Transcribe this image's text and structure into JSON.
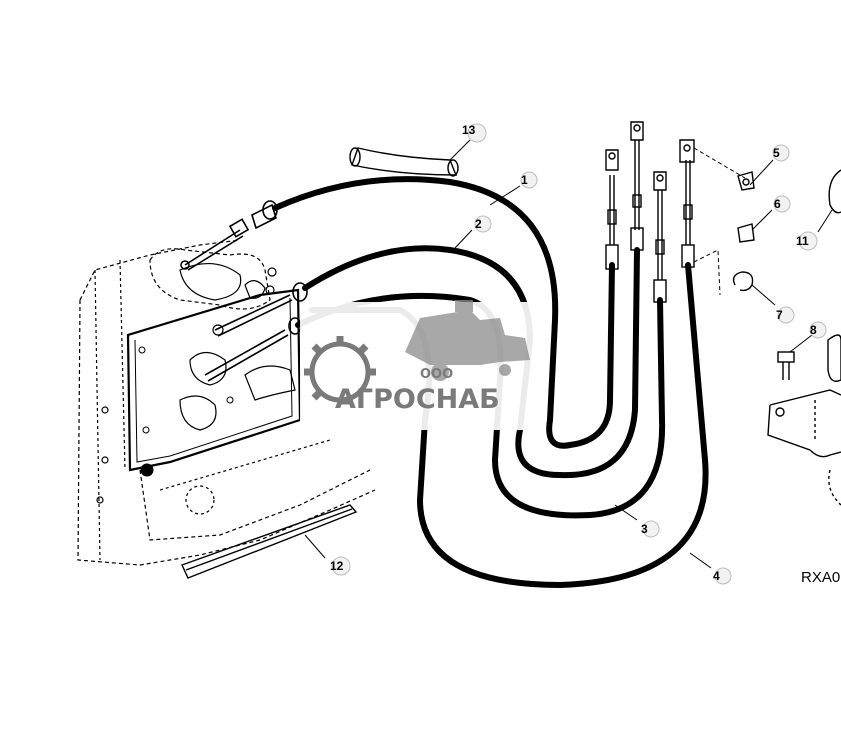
{
  "callouts": [
    {
      "id": "1",
      "label": "1"
    },
    {
      "id": "2",
      "label": "2"
    },
    {
      "id": "3",
      "label": "3"
    },
    {
      "id": "4",
      "label": "4"
    },
    {
      "id": "5",
      "label": "5"
    },
    {
      "id": "6",
      "label": "6"
    },
    {
      "id": "7",
      "label": "7"
    },
    {
      "id": "8",
      "label": "8"
    },
    {
      "id": "11",
      "label": "11"
    },
    {
      "id": "12",
      "label": "12"
    },
    {
      "id": "13",
      "label": "13"
    }
  ],
  "reference_code": "RXA0",
  "watermark": {
    "prefix": "ООО",
    "brand": "АГРОСНАБ",
    "color": "#7a7a7a"
  }
}
